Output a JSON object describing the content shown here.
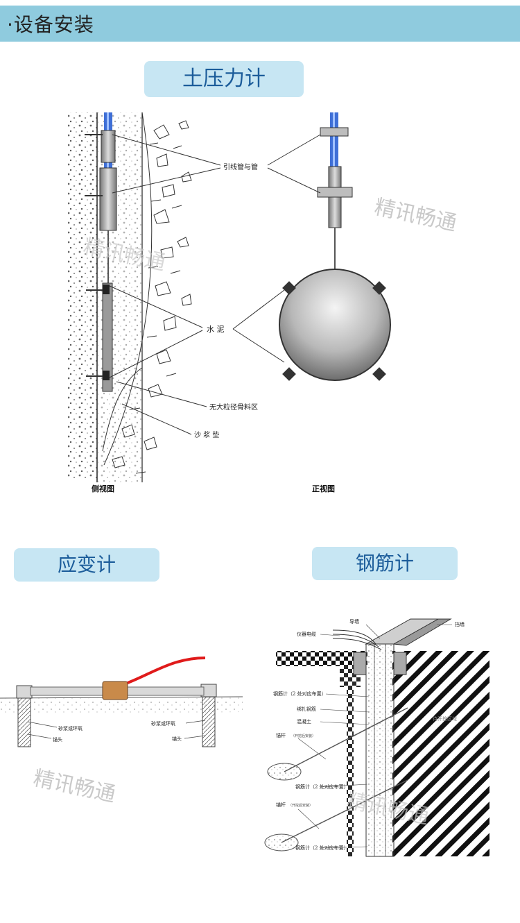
{
  "header": {
    "title": "·设备安装"
  },
  "sections": {
    "earth": {
      "title": "土压力计"
    },
    "strain": {
      "title": "应变计"
    },
    "rebar": {
      "title": "钢筋计"
    }
  },
  "earth_diagram": {
    "labels": {
      "cable": "引线管与管",
      "cement": "水 泥",
      "fill": "无大粒径骨料区",
      "mortar": "沙 浆 垫",
      "side_view": "侧视图",
      "front_view": "正视图"
    }
  },
  "strain_diagram": {
    "labels": {
      "grout_left": "砂浆或环氧",
      "anchor_left": "锚头",
      "grout_right": "砂浆或环氧",
      "anchor_right": "锚头"
    }
  },
  "rebar_diagram": {
    "labels": {
      "guide_wall": "导墙",
      "cable": "仪器电缆",
      "retaining": "挡墙",
      "meter_top": "钢筋计（2 处对应布置）",
      "tie_rebar": "绑扎钢筋",
      "concrete": "混凝土",
      "anchor1": "锚杆",
      "anchor1_note": "（开挖后安装）",
      "meter_mid": "钢筋计（2 处对应布置）",
      "excavation": "待开挖区域",
      "anchor2": "锚杆",
      "anchor2_note": "（开挖后安装）",
      "meter_bottom": "钢筋计（2 处对应布置）"
    }
  },
  "watermarks": [
    "精讯畅通",
    "精讯畅通",
    "精讯畅通",
    "精讯畅通"
  ],
  "colors": {
    "header_bg": "#8fcbde",
    "pill_bg": "#c7e6f3",
    "pill_text": "#1b5c9a",
    "cable_red": "#e01b1b",
    "pipe_blue": "#3f6fd6"
  }
}
